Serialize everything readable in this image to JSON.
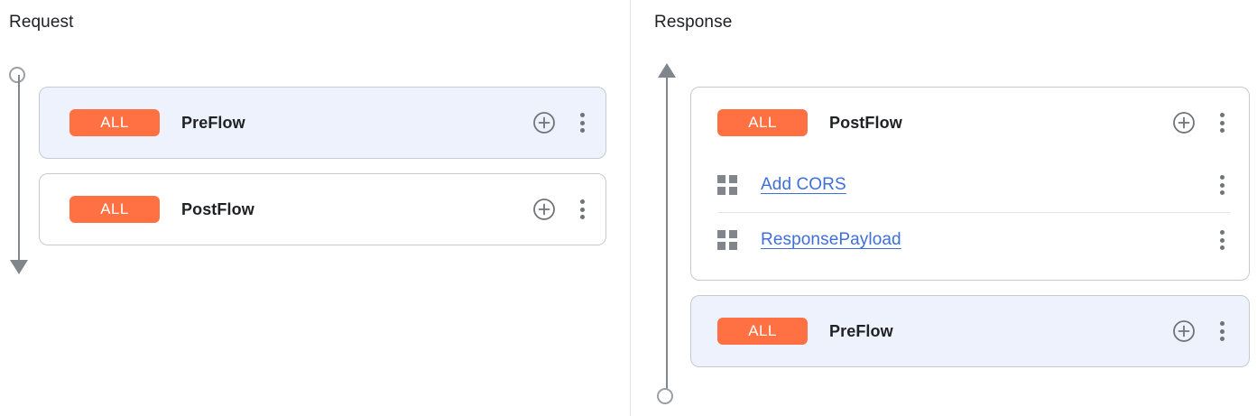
{
  "columns": [
    {
      "title": "Request",
      "rail": {
        "start": "circle",
        "end": "arrow-down",
        "direction": "top-to-bottom"
      },
      "cards": [
        {
          "badge": "ALL",
          "name": "PreFlow",
          "selected": true,
          "add_icon": "plus-circle-icon",
          "menu_icon": "more-vert-icon",
          "policies": []
        },
        {
          "badge": "ALL",
          "name": "PostFlow",
          "selected": false,
          "add_icon": "plus-circle-icon",
          "menu_icon": "more-vert-icon",
          "policies": []
        }
      ]
    },
    {
      "title": "Response",
      "rail": {
        "start": "arrow-up",
        "end": "circle",
        "direction": "bottom-to-top"
      },
      "cards": [
        {
          "badge": "ALL",
          "name": "PostFlow",
          "selected": false,
          "add_icon": "plus-circle-icon",
          "menu_icon": "more-vert-icon",
          "policies": [
            {
              "icon": "apps-grid-icon",
              "name": "Add CORS",
              "menu_icon": "more-vert-icon"
            },
            {
              "icon": "apps-grid-icon",
              "name": "ResponsePayload",
              "menu_icon": "more-vert-icon"
            }
          ]
        },
        {
          "badge": "ALL",
          "name": "PreFlow",
          "selected": true,
          "add_icon": "plus-circle-icon",
          "menu_icon": "more-vert-icon",
          "policies": []
        }
      ]
    }
  ],
  "colors": {
    "badge_background": "#ff7043",
    "badge_text": "#ffffff",
    "selected_card_background": "#eef2fd",
    "card_border": "#c6cad0",
    "policy_link": "#3f6fd8",
    "rail": "#80868b",
    "divider": "#e4e4e6"
  }
}
